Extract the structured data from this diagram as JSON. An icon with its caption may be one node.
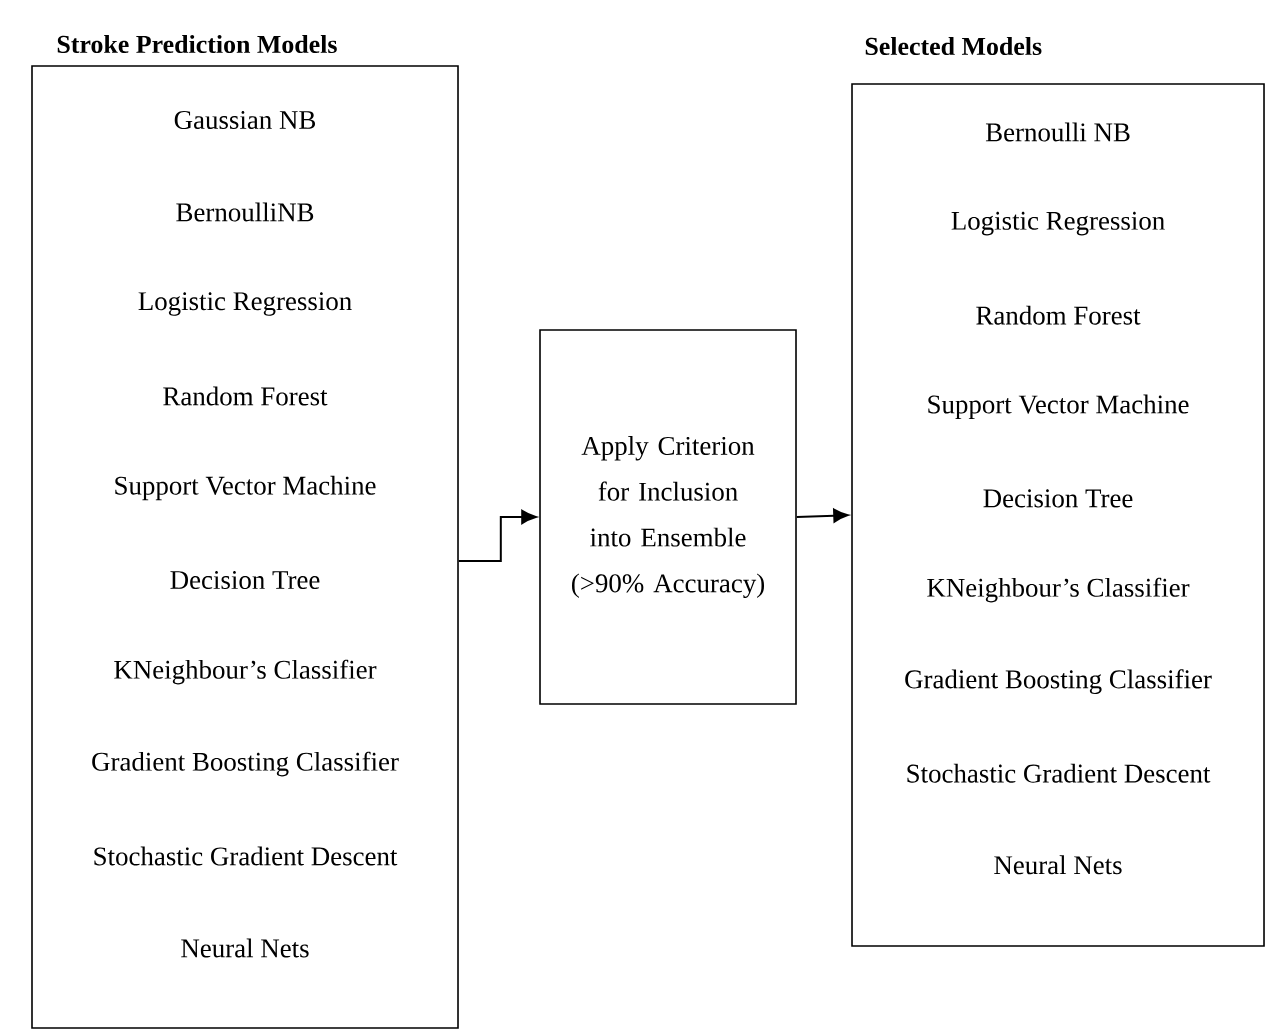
{
  "diagram": {
    "nodes": [
      {
        "text": [
          "Stroke Prediction Models",
          "Gaussian NB",
          "BernoulliNB",
          "Logistic Regression",
          "Random Forest",
          "Support Vector Machine",
          "Decision Tree",
          "KNeighbour’s Classifier",
          "Gradient Boosting Classifier",
          "Stochastic Gradient Descent",
          "Neural Nets"
        ]
      },
      {
        "text": [
          "Apply Criterion for Inclusion into Ensemble (>90% Accuracy)"
        ]
      },
      {
        "text": [
          "Selected Models",
          "Bernoulli NB",
          "Logistic Regression",
          "Random Forest",
          "Support Vector Machine",
          "Decision Tree",
          "KNeighbour’s Classifier",
          "Gradient Boosting Classifier",
          "Stochastic Gradient Descent",
          "Neural Nets"
        ]
      }
    ],
    "edges": [
      {
        "from": 0,
        "to": 1,
        "arrow": "to"
      },
      {
        "from": 1,
        "to": 2,
        "arrow": "to"
      }
    ]
  }
}
